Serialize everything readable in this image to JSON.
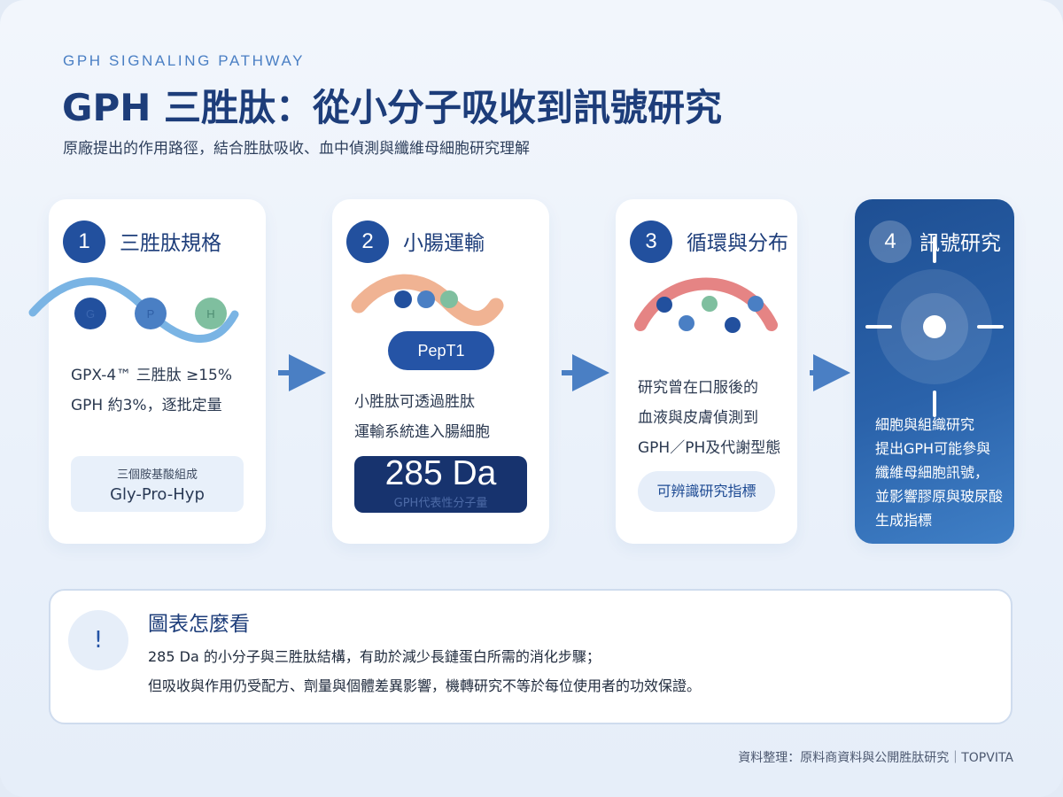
{
  "header": {
    "eyebrow": "GPH SIGNALING PATHWAY",
    "title": "GPH 三胜肽：從小分子吸收到訊號研究",
    "subtitle": "原廠提出的作用路徑，結合胜肽吸收、血中偵測與纖維母細胞研究理解"
  },
  "steps": [
    {
      "number": "1",
      "title": "三胜肽規格",
      "molecules": [
        "G",
        "P",
        "H"
      ],
      "desc_lines": [
        "GPX-4™ 三胜肽 ≥15%",
        "GPH 約3%，逐批定量"
      ],
      "box_caption": "三個胺基酸組成",
      "box_value": "Gly-Pro-Hyp"
    },
    {
      "number": "2",
      "title": "小腸運輸",
      "transporter": "PepT1",
      "desc_lines": [
        "小胜肽可透過胜肽",
        "運輸系統進入腸細胞"
      ],
      "big_value": "285 Da",
      "big_caption": "GPH代表性分子量"
    },
    {
      "number": "3",
      "title": "循環與分布",
      "desc_lines": [
        "研究曾在口服後的",
        "血液與皮膚偵測到",
        "GPH／PH及代謝型態"
      ],
      "pill": "可辨識研究指標"
    },
    {
      "number": "4",
      "title": "訊號研究",
      "desc_lines": [
        "細胞與組織研究",
        "提出GPH可能參與",
        "纖維母細胞訊號，",
        "並影響膠原與玻尿酸",
        "生成指標"
      ]
    }
  ],
  "note": {
    "icon": "!",
    "title": "圖表怎麼看",
    "lines": [
      "285 Da 的小分子與三胜肽結構，有助於減少長鏈蛋白所需的消化步驟；",
      "但吸收與作用仍受配方、劑量與個體差異影響，機轉研究不等於每位使用者的功效保證。"
    ]
  },
  "footer": "資料整理：原料商資料與公開胜肽研究｜TOPVITA",
  "colors": {
    "primary": "#22509e",
    "accent": "#4a7fc4",
    "wave_blue": "#7ab4e4",
    "wave_peach": "#f0b393",
    "wave_red": "#e58484",
    "dot_green": "#7fbf9f"
  }
}
